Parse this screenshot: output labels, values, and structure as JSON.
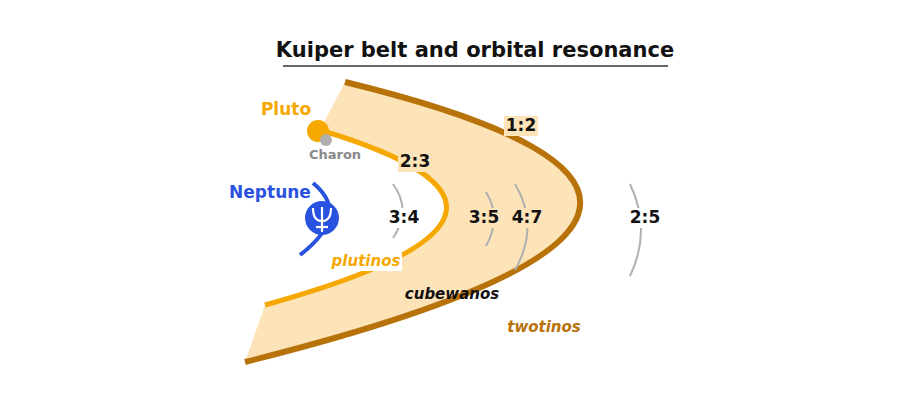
{
  "diagram": {
    "title": "Kuiper belt and orbital resonance",
    "labels": [
      "Pluto",
      "Charon",
      "Neptune",
      "2:3",
      "1:2",
      "3:4",
      "3:5",
      "4:7",
      "2:5",
      "plutinos",
      "cubewanos",
      "twotinos"
    ]
  }
}
